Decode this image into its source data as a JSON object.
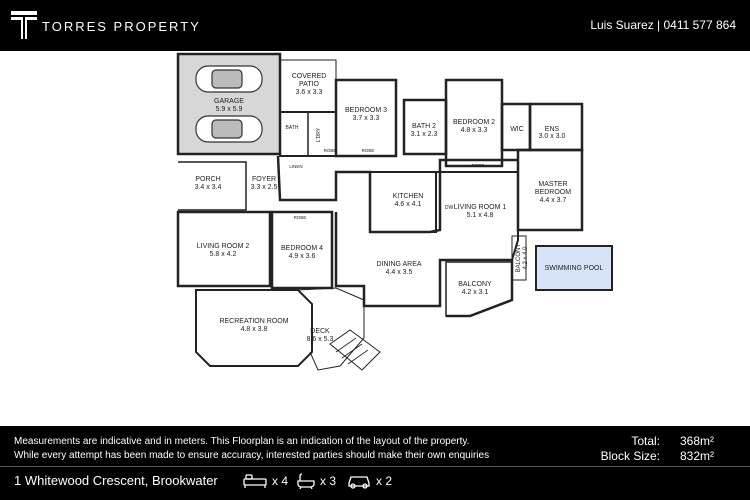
{
  "header": {
    "brand": "TORRES PROPERTY",
    "agent": "Luis Suarez | 0411 577 864"
  },
  "rooms": {
    "garage": {
      "name": "GARAGE",
      "dims": "5.9 x 5.9"
    },
    "patio": {
      "name1": "COVERED",
      "name2": "PATIO",
      "dims": "3.6 x 3.3"
    },
    "bedroom3": {
      "name": "BEDROOM 3",
      "dims": "3.7 x 3.3"
    },
    "bath2": {
      "name": "BATH 2",
      "dims": "3.1 x 2.3"
    },
    "bedroom2": {
      "name": "BEDROOM 2",
      "dims": "4.8 x 3.3"
    },
    "wic": {
      "name": "WIC"
    },
    "ens": {
      "name": "ENS",
      "dims": "3.0 x 3.0"
    },
    "bath": {
      "name": "BATH"
    },
    "lndry": {
      "name": "L'DRY"
    },
    "robe": "ROBE",
    "linen": "LINEN",
    "porch": {
      "name": "PORCH",
      "dims": "3.4 x 3.4"
    },
    "foyer": {
      "name": "FOYER",
      "dims": "3.3 x 2.5"
    },
    "kitchen": {
      "name": "KITCHEN",
      "dims": "4.6 x 4.1"
    },
    "dw": "DW",
    "living1": {
      "name": "LIVING ROOM 1",
      "dims": "5.1 x 4.8"
    },
    "master": {
      "name1": "MASTER",
      "name2": "BEDROOM",
      "dims": "4.4 x 3.7"
    },
    "living2": {
      "name": "LIVING ROOM 2",
      "dims": "5.8 x 4.2"
    },
    "bedroom4": {
      "name": "BEDROOM 4",
      "dims": "4.9 x 3.6"
    },
    "dining": {
      "name": "DINING AREA",
      "dims": "4.4 x 3.5"
    },
    "balcony": {
      "name": "BALCONY",
      "dims": "4.2 x 3.1"
    },
    "balcony2": {
      "name": "BALCONY",
      "dims": "4.2 x 4.0"
    },
    "pool": {
      "name": "SWIMMING POOL"
    },
    "recreation": {
      "name": "RECREATION ROOM",
      "dims": "4.8 x 3.8"
    },
    "deck": {
      "name": "DECK",
      "dims": "8.6 x 5.3"
    }
  },
  "footer": {
    "disclaimer1": "Measurements are indicative and in meters. This Floorplan is an indication of the layout of the property.",
    "disclaimer2": "While every attempt has been made to ensure accuracy, interested parties should make their own enquiries",
    "address": "1 Whitewood Crescent, Brookwater",
    "total_label": "Total:",
    "total_value": "368m²",
    "block_label": "Block Size:",
    "block_value": "832m²",
    "beds": "x 4",
    "baths": "x 3",
    "cars": "x 2"
  }
}
